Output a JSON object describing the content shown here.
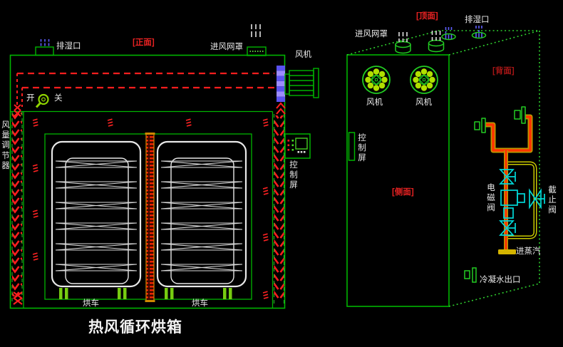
{
  "title": "热风循环烘箱",
  "front": {
    "tag": "[正面]",
    "exhaust": "排湿口",
    "inlet": "进风网罩",
    "fan": "风机",
    "switch_on": "开",
    "switch_off": "关",
    "damper": "风量调节器",
    "control": "控制屏",
    "cart_a": "烘车",
    "cart_b": "烘车"
  },
  "side": {
    "top_tag": "[顶面]",
    "side_tag": "[侧面]",
    "back_tag": "[背面]",
    "exhaust": "排湿口",
    "inlet": "进风网罩",
    "fan_a": "风机",
    "fan_b": "风机",
    "control": "控制屏",
    "solenoid": "电磁阀",
    "stop_valve": "截止阀",
    "steam_in": "进蒸汽",
    "condensate": "冷凝水出口"
  },
  "colors": {
    "background": "#000000",
    "structure_green": "#00b400",
    "dotted_green": "#2ecc2e",
    "cart_white": "#e8e8e8",
    "flow_red": "#ff1e1e",
    "heater_red": "#ff2600",
    "pipe_yellow": "#c8a000",
    "pipe_red": "#ff3000",
    "valve_cyan": "#00d8d8",
    "vent_blue": "#5f5fff",
    "fan_dot_green": "#b0e000",
    "label_white": "#e9e9e9",
    "label_red": "#e82222"
  }
}
